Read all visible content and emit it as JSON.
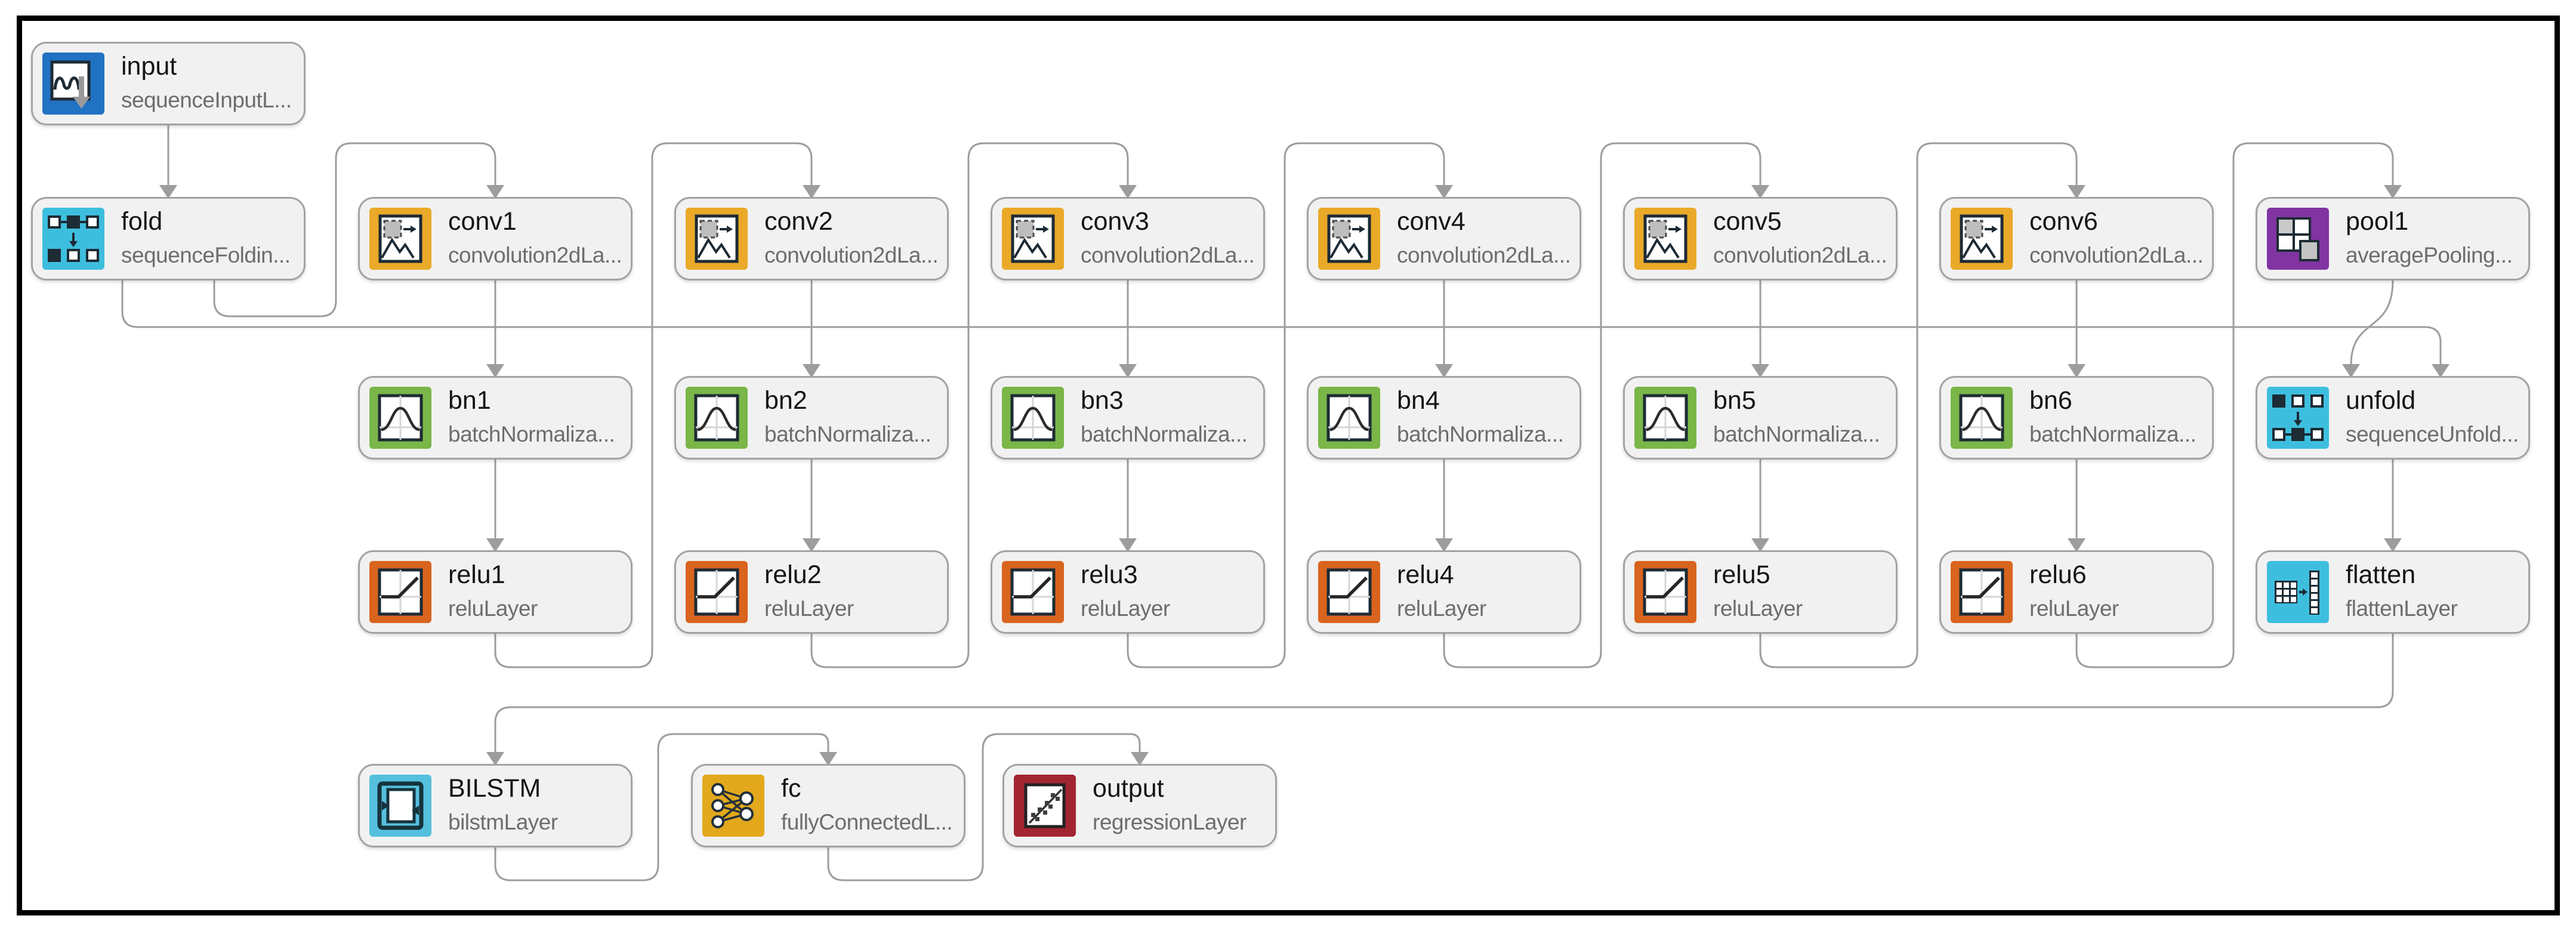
{
  "diagram": {
    "title": "layer-graph",
    "colors": {
      "edge": "#9d9d9d",
      "box_fill": "#f1f1f2",
      "box_border": "#a3a3a3",
      "title_text": "#151515",
      "subtitle_text": "#6d6d6d",
      "frame": "#000000",
      "icons": {
        "blue": "#2272c3",
        "cyan": "#3ebede",
        "cyan_light": "#54c0dd",
        "gold": "#eaa928",
        "gold2": "#e3a81c",
        "green": "#7ab648",
        "orange": "#d9641e",
        "purple": "#8134a2",
        "red": "#a32531",
        "ink": "#1d2b35",
        "gray_arrow": "#9a9a9a"
      }
    },
    "nodes": [
      {
        "id": "input",
        "title": "input",
        "subtitle": "sequenceInputL...",
        "icon": "sequence-input",
        "col": "A",
        "row": 0
      },
      {
        "id": "fold",
        "title": "fold",
        "subtitle": "sequenceFoldin...",
        "icon": "sequence-folding",
        "col": "A",
        "row": 1
      },
      {
        "id": "conv1",
        "title": "conv1",
        "subtitle": "convolution2dLa...",
        "icon": "convolution-2d",
        "col": "c1",
        "row": 1
      },
      {
        "id": "conv2",
        "title": "conv2",
        "subtitle": "convolution2dLa...",
        "icon": "convolution-2d",
        "col": "c2",
        "row": 1
      },
      {
        "id": "conv3",
        "title": "conv3",
        "subtitle": "convolution2dLa...",
        "icon": "convolution-2d",
        "col": "c3",
        "row": 1
      },
      {
        "id": "conv4",
        "title": "conv4",
        "subtitle": "convolution2dLa...",
        "icon": "convolution-2d",
        "col": "c4",
        "row": 1
      },
      {
        "id": "conv5",
        "title": "conv5",
        "subtitle": "convolution2dLa...",
        "icon": "convolution-2d",
        "col": "c5",
        "row": 1
      },
      {
        "id": "conv6",
        "title": "conv6",
        "subtitle": "convolution2dLa...",
        "icon": "convolution-2d",
        "col": "c6",
        "row": 1
      },
      {
        "id": "pool1",
        "title": "pool1",
        "subtitle": "averagePooling...",
        "icon": "average-pooling",
        "col": "c7",
        "row": 1
      },
      {
        "id": "bn1",
        "title": "bn1",
        "subtitle": "batchNormaliza...",
        "icon": "batch-norm",
        "col": "c1",
        "row": 2
      },
      {
        "id": "bn2",
        "title": "bn2",
        "subtitle": "batchNormaliza...",
        "icon": "batch-norm",
        "col": "c2",
        "row": 2
      },
      {
        "id": "bn3",
        "title": "bn3",
        "subtitle": "batchNormaliza...",
        "icon": "batch-norm",
        "col": "c3",
        "row": 2
      },
      {
        "id": "bn4",
        "title": "bn4",
        "subtitle": "batchNormaliza...",
        "icon": "batch-norm",
        "col": "c4",
        "row": 2
      },
      {
        "id": "bn5",
        "title": "bn5",
        "subtitle": "batchNormaliza...",
        "icon": "batch-norm",
        "col": "c5",
        "row": 2
      },
      {
        "id": "bn6",
        "title": "bn6",
        "subtitle": "batchNormaliza...",
        "icon": "batch-norm",
        "col": "c6",
        "row": 2
      },
      {
        "id": "unfold",
        "title": "unfold",
        "subtitle": "sequenceUnfold...",
        "icon": "sequence-unfolding",
        "col": "c7",
        "row": 2
      },
      {
        "id": "relu1",
        "title": "relu1",
        "subtitle": "reluLayer",
        "icon": "relu",
        "col": "c1",
        "row": 3
      },
      {
        "id": "relu2",
        "title": "relu2",
        "subtitle": "reluLayer",
        "icon": "relu",
        "col": "c2",
        "row": 3
      },
      {
        "id": "relu3",
        "title": "relu3",
        "subtitle": "reluLayer",
        "icon": "relu",
        "col": "c3",
        "row": 3
      },
      {
        "id": "relu4",
        "title": "relu4",
        "subtitle": "reluLayer",
        "icon": "relu",
        "col": "c4",
        "row": 3
      },
      {
        "id": "relu5",
        "title": "relu5",
        "subtitle": "reluLayer",
        "icon": "relu",
        "col": "c5",
        "row": 3
      },
      {
        "id": "relu6",
        "title": "relu6",
        "subtitle": "reluLayer",
        "icon": "relu",
        "col": "c6",
        "row": 3
      },
      {
        "id": "flatten",
        "title": "flatten",
        "subtitle": "flattenLayer",
        "icon": "flatten",
        "col": "c7",
        "row": 3
      },
      {
        "id": "BILSTM",
        "title": "BILSTM",
        "subtitle": "bilstmLayer",
        "icon": "bilstm",
        "col": "c1",
        "row": 4
      },
      {
        "id": "fc",
        "title": "fc",
        "subtitle": "fullyConnectedL...",
        "icon": "fully-connected",
        "col": "fc",
        "row": 4
      },
      {
        "id": "output",
        "title": "output",
        "subtitle": "regressionLayer",
        "icon": "regression",
        "col": "out",
        "row": 4
      }
    ],
    "edges": [
      {
        "from": "input",
        "to": "fold",
        "route": "straight"
      },
      {
        "from": "fold",
        "to": "conv1",
        "route": "fold-out",
        "srcX": 359,
        "chanY": 530,
        "upX": 563
      },
      {
        "from": "fold",
        "to": "unfold",
        "route": "long-right",
        "srcX": 205,
        "chanY": 548,
        "dropX": 4090
      },
      {
        "from": "conv1",
        "to": "bn1",
        "route": "straight"
      },
      {
        "from": "conv2",
        "to": "bn2",
        "route": "straight"
      },
      {
        "from": "conv3",
        "to": "bn3",
        "route": "straight"
      },
      {
        "from": "conv4",
        "to": "bn4",
        "route": "straight"
      },
      {
        "from": "conv5",
        "to": "bn5",
        "route": "straight"
      },
      {
        "from": "conv6",
        "to": "bn6",
        "route": "straight"
      },
      {
        "from": "bn1",
        "to": "relu1",
        "route": "straight"
      },
      {
        "from": "bn2",
        "to": "relu2",
        "route": "straight"
      },
      {
        "from": "bn3",
        "to": "relu3",
        "route": "straight"
      },
      {
        "from": "bn4",
        "to": "relu4",
        "route": "straight"
      },
      {
        "from": "bn5",
        "to": "relu5",
        "route": "straight"
      },
      {
        "from": "bn6",
        "to": "relu6",
        "route": "straight"
      },
      {
        "from": "relu1",
        "to": "conv2",
        "route": "loop-arc",
        "chanY": 1118
      },
      {
        "from": "relu2",
        "to": "conv3",
        "route": "loop-arc",
        "chanY": 1118
      },
      {
        "from": "relu3",
        "to": "conv4",
        "route": "loop-arc",
        "chanY": 1118
      },
      {
        "from": "relu4",
        "to": "conv5",
        "route": "loop-arc",
        "chanY": 1118
      },
      {
        "from": "relu5",
        "to": "conv6",
        "route": "loop-arc",
        "chanY": 1118
      },
      {
        "from": "relu6",
        "to": "pool1",
        "route": "loop-arc",
        "chanY": 1118
      },
      {
        "from": "pool1",
        "to": "unfold",
        "route": "s-curve",
        "dstX": 3940
      },
      {
        "from": "unfold",
        "to": "flatten",
        "route": "straight"
      },
      {
        "from": "flatten",
        "to": "BILSTM",
        "route": "long-left",
        "chanY": 1185
      },
      {
        "from": "BILSTM",
        "to": "fc",
        "route": "bottom-arc",
        "upX": 1103,
        "chanY": 1475,
        "topY": 1230
      },
      {
        "from": "fc",
        "to": "output",
        "route": "bottom-arc",
        "upX": 1647,
        "chanY": 1475,
        "topY": 1230
      }
    ]
  }
}
